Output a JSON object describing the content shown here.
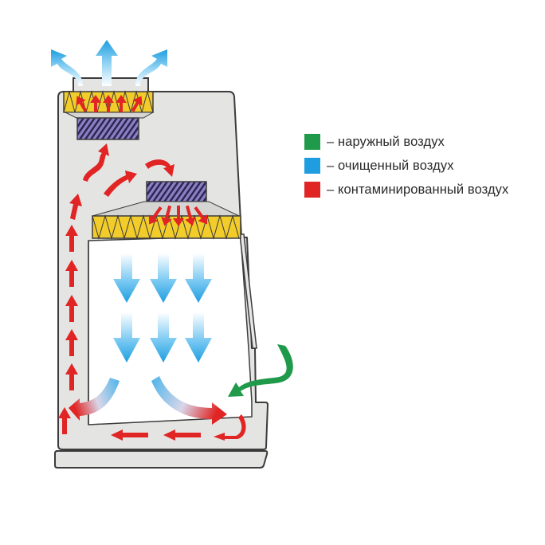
{
  "colors": {
    "outside_air": "#1f9a4a",
    "clean_air": "#1e9ee0",
    "contaminated_air": "#e12424",
    "cabinet_body": "#e4e4e2",
    "cabinet_outline": "#3c3c3c",
    "hepa_filter": "#f2cc2a",
    "fan": "#6c5fa6"
  },
  "legend": [
    {
      "key": "outside_air",
      "text": "– наружный воздух"
    },
    {
      "key": "clean_air",
      "text": "– очищенный воздух"
    },
    {
      "key": "contaminated_air",
      "text": "– контаминированный воздух"
    }
  ]
}
